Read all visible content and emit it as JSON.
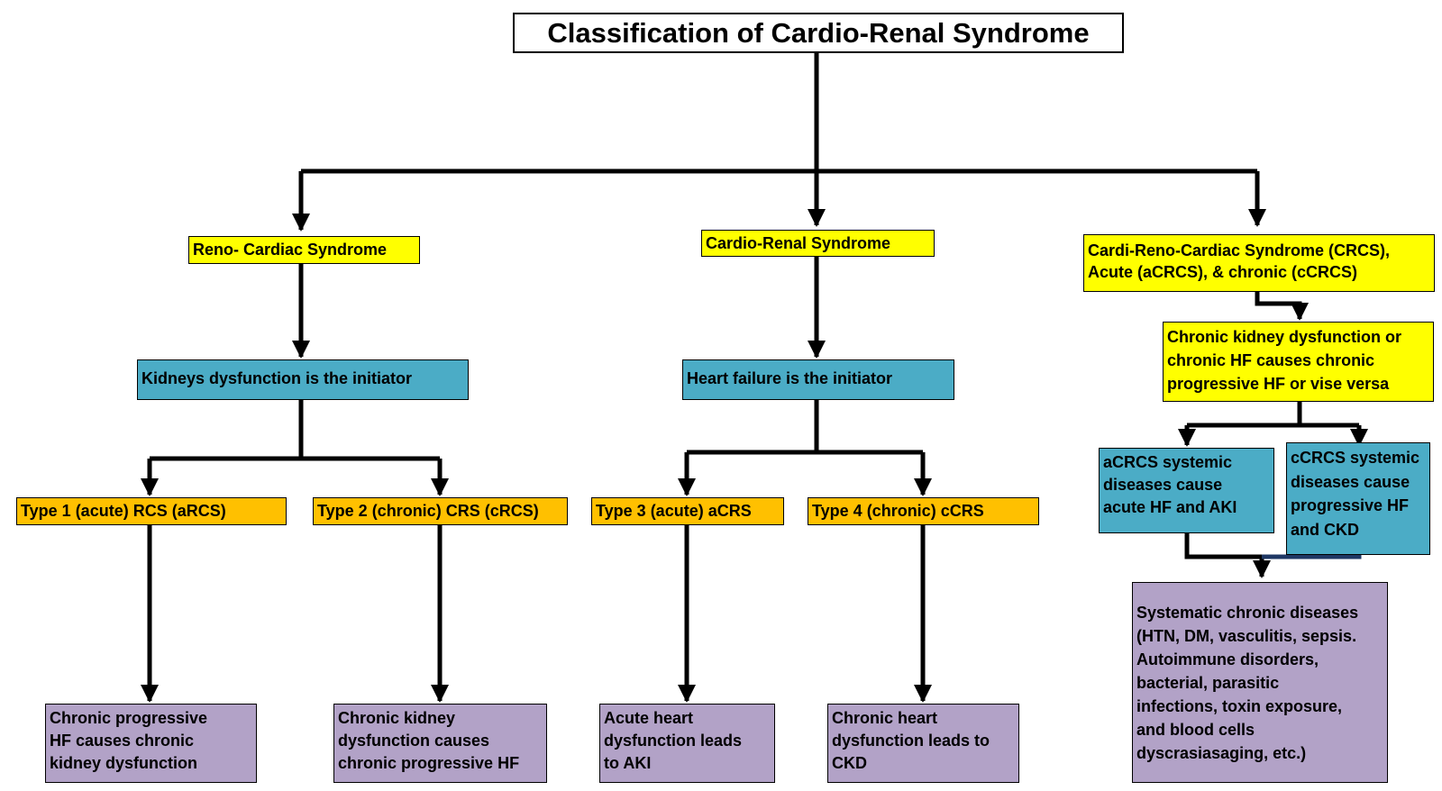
{
  "title": "Classification of  Cardio-Renal Syndrome",
  "colors": {
    "yellow": "#ffff00",
    "teal": "#4bacc6",
    "orange": "#ffc000",
    "purple": "#b2a2c7",
    "connector": "#000000",
    "connector_navy": "#1f3864"
  },
  "branches": {
    "reno_cardiac": {
      "label": "Reno- Cardiac Syndrome",
      "initiator": "Kidneys dysfunction is the initiator",
      "types": [
        {
          "label": "Type 1 (acute) RCS (aRCS)",
          "outcome": " Chronic progressive\nHF causes chronic\nkidney dysfunction"
        },
        {
          "label": "Type 2 (chronic) CRS (cRCS)",
          "outcome": "Chronic kidney\ndysfunction causes\nchronic progressive HF"
        }
      ]
    },
    "cardio_renal": {
      "label": "Cardio-Renal Syndrome",
      "initiator": "Heart failure is the initiator",
      "types": [
        {
          "label": "Type 3 (acute) aCRS",
          "outcome": "Acute heart\ndysfunction leads\nto AKI"
        },
        {
          "label": "Type 4 (chronic) cCRS",
          "outcome": "Chronic heart\ndysfunction leads to\nCKD"
        }
      ]
    },
    "cardio_reno_cardiac": {
      "label": "Cardi-Reno-Cardiac Syndrome (CRCS),\nAcute (aCRCS), & chronic (cCRCS)",
      "mechanism": "Chronic kidney dysfunction or\nchronic HF causes chronic\nprogressive HF or vise versa",
      "subtypes": [
        {
          "label": "aCRCS systemic\ndiseases cause\nacute HF and AKI"
        },
        {
          "label": "cCRCS systemic\ndiseases cause\nprogressive HF\nand CKD"
        }
      ],
      "outcome": "Systematic chronic diseases\n(HTN, DM, vasculitis, sepsis.\nAutoimmune disorders,\nbacterial, parasitic\ninfections, toxin exposure,\nand blood cells\ndyscrasiasaging, etc.)"
    }
  }
}
